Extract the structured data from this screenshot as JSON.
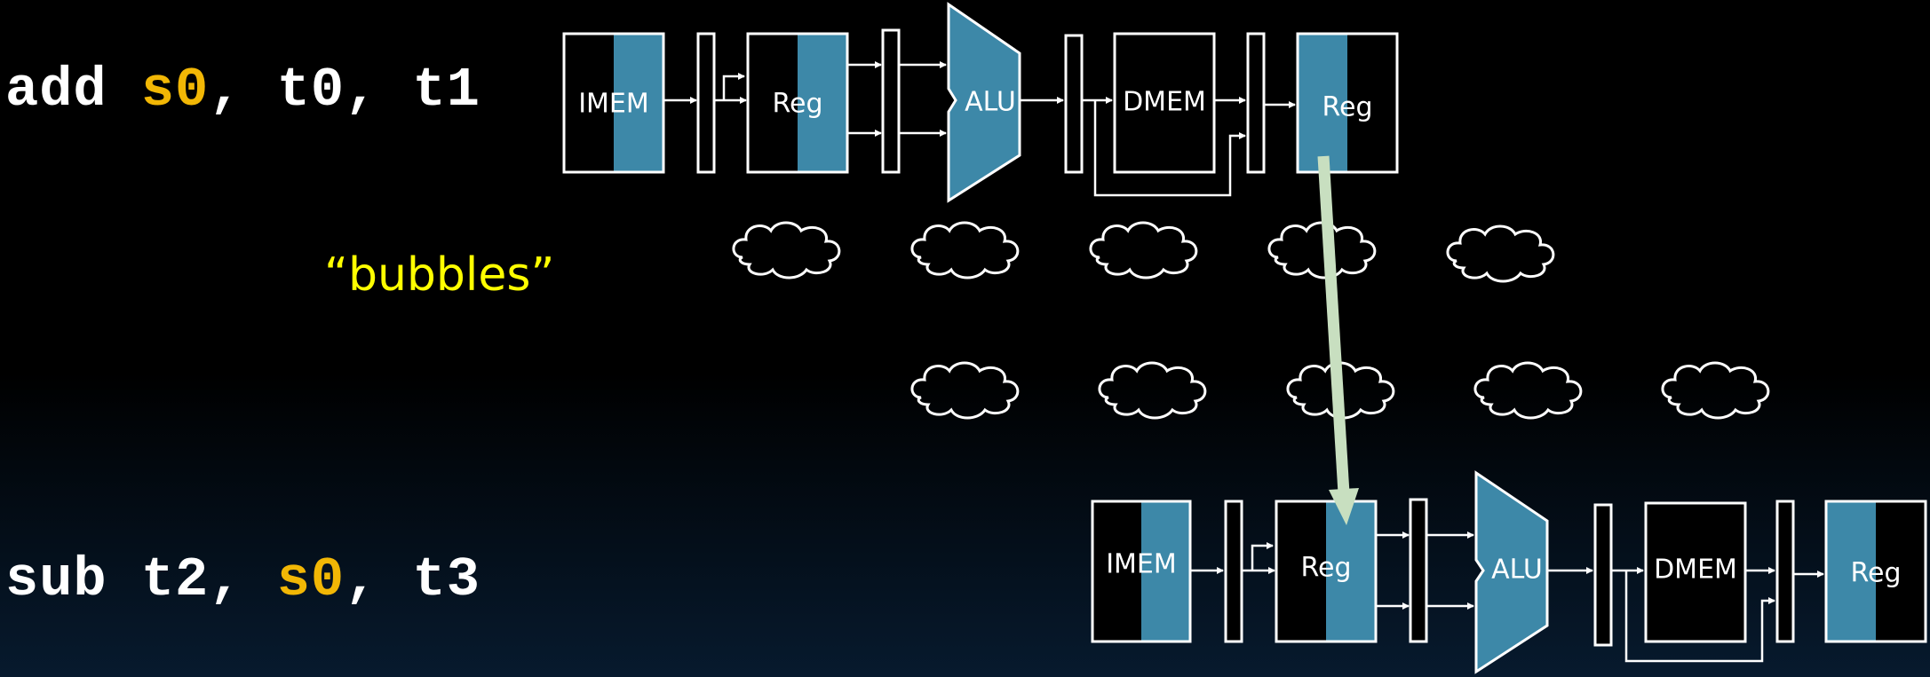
{
  "instructions": {
    "add": {
      "op": "add",
      "dest": "s0",
      "src1": "t0",
      "src2": "t1"
    },
    "sub": {
      "op": "sub",
      "dest": "t2",
      "src1": "s0",
      "src2": "t3"
    }
  },
  "bubbles_label": "“bubbles”",
  "stage_labels": {
    "imem": "IMEM",
    "reg_read": "Reg",
    "alu": "ALU",
    "dmem": "DMEM",
    "reg_write": "Reg"
  },
  "colors": {
    "stage_fill": "#3d88a8",
    "highlight_register": "#f2b705",
    "label_yellow": "#ffff00",
    "forward_arrow": "#c8dfc0"
  }
}
